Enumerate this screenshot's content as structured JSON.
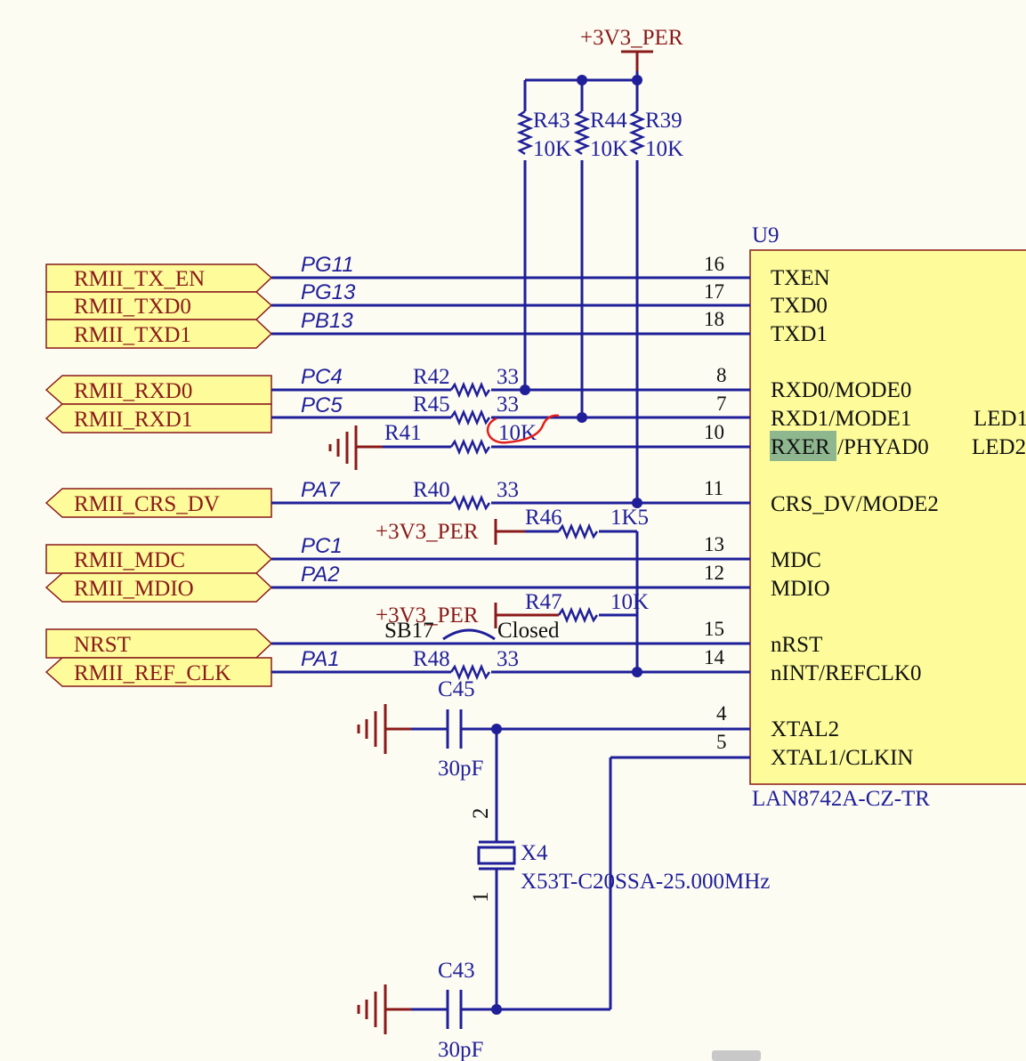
{
  "power": {
    "top": "+3V3_PER",
    "r46_rail": "+3V3_PER",
    "r47_rail": "+3V3_PER"
  },
  "pullups": [
    {
      "ref": "R43",
      "value": "10K"
    },
    {
      "ref": "R44",
      "value": "10K"
    },
    {
      "ref": "R39",
      "value": "10K"
    }
  ],
  "chip": {
    "ref": "U9",
    "part": "LAN8742A-CZ-TR",
    "pins": [
      {
        "num": "16",
        "func": "TXEN"
      },
      {
        "num": "17",
        "func": "TXD0"
      },
      {
        "num": "18",
        "func": "TXD1"
      },
      {
        "num": "8",
        "func": "RXD0/MODE0"
      },
      {
        "num": "7",
        "func": "RXD1/MODE1"
      },
      {
        "num": "10",
        "func_a": "RXER",
        "func_b": "/PHYAD0"
      },
      {
        "num": "11",
        "func": "CRS_DV/MODE2"
      },
      {
        "num": "13",
        "func": "MDC"
      },
      {
        "num": "12",
        "func": "MDIO"
      },
      {
        "num": "15",
        "func": "nRST"
      },
      {
        "num": "14",
        "func": "nINT/REFCLK0"
      },
      {
        "num": "4",
        "func": "XTAL2"
      },
      {
        "num": "5",
        "func": "XTAL1/CLKIN"
      }
    ],
    "led1": "LED1",
    "led2": "LED2"
  },
  "ports": [
    {
      "name": "RMII_TX_EN",
      "net": "PG11"
    },
    {
      "name": "RMII_TXD0",
      "net": "PG13"
    },
    {
      "name": "RMII_TXD1",
      "net": "PB13"
    },
    {
      "name": "RMII_RXD0",
      "net": "PC4"
    },
    {
      "name": "RMII_RXD1",
      "net": "PC5"
    },
    {
      "name": "RMII_CRS_DV",
      "net": "PA7"
    },
    {
      "name": "RMII_MDC",
      "net": "PC1"
    },
    {
      "name": "RMII_MDIO",
      "net": "PA2"
    },
    {
      "name": "NRST",
      "net": ""
    },
    {
      "name": "RMII_REF_CLK",
      "net": "PA1"
    }
  ],
  "series": {
    "r42": {
      "ref": "R42",
      "value": "33"
    },
    "r45": {
      "ref": "R45",
      "value": "33"
    },
    "r41": {
      "ref": "R41",
      "value": "10K"
    },
    "r40": {
      "ref": "R40",
      "value": "33"
    },
    "r46": {
      "ref": "R46",
      "value": "1K5"
    },
    "r47": {
      "ref": "R47",
      "value": "10K"
    },
    "r48": {
      "ref": "R48",
      "value": "33"
    }
  },
  "jumper": {
    "ref": "SB17",
    "state": "Closed"
  },
  "caps": {
    "c45": {
      "ref": "C45",
      "value": "30pF"
    },
    "c43": {
      "ref": "C43",
      "value": "30pF"
    }
  },
  "crystal": {
    "ref": "X4",
    "part": "X53T-C20SSA-25.000MHz",
    "pin_top": "2",
    "pin_bottom": "1"
  }
}
